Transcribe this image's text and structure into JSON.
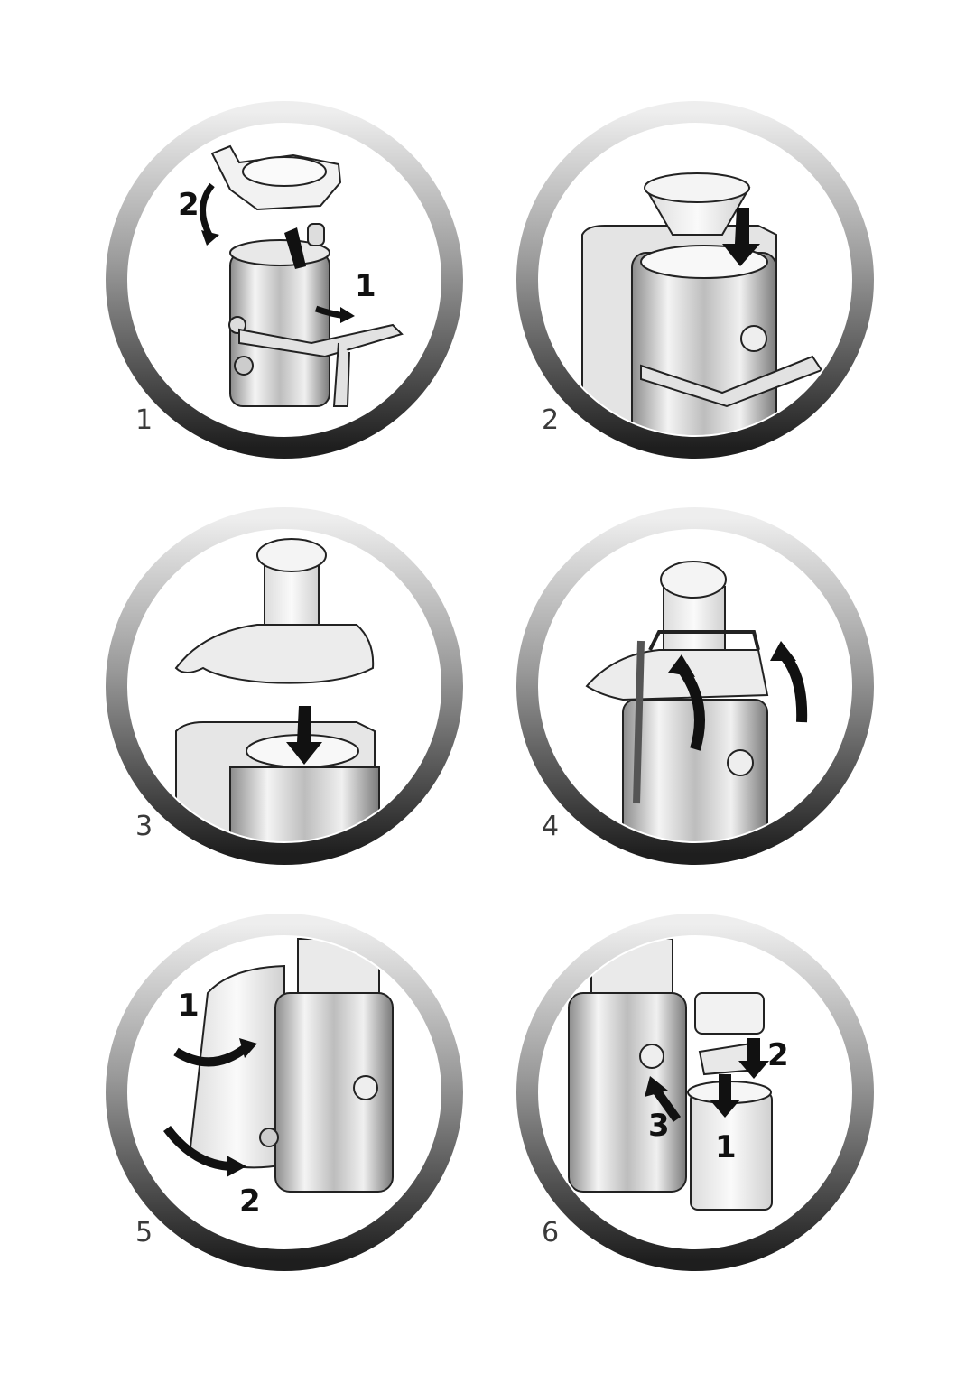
{
  "steps": [
    {
      "number": "1",
      "callouts": [
        "2",
        "1"
      ]
    },
    {
      "number": "2",
      "callouts": []
    },
    {
      "number": "3",
      "callouts": []
    },
    {
      "number": "4",
      "callouts": []
    },
    {
      "number": "5",
      "callouts": [
        "1",
        "2"
      ]
    },
    {
      "number": "6",
      "callouts": [
        "2",
        "3",
        "1"
      ]
    }
  ],
  "colors": {
    "ring_dark": "#2a2a2a",
    "ring_light": "#e6e6e6",
    "metal": "#c8c8c8",
    "arrow": "#111111"
  }
}
